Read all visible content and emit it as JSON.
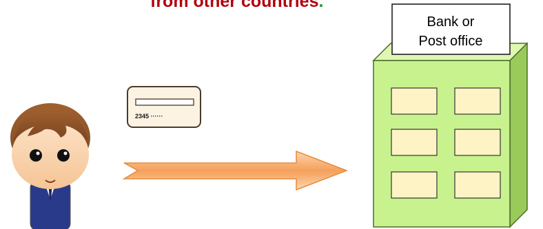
{
  "header": {
    "title_text": "from other countries",
    "title_punct": "."
  },
  "bank": {
    "label_line1": "Bank or",
    "label_line2": "Post office"
  },
  "card": {
    "number": "2345 ······"
  },
  "colors": {
    "title": "#b0000c",
    "title_dot": "#1a9a2a",
    "building_front": "#c8f28e",
    "building_side": "#9acb5a",
    "window": "#fdf3c4",
    "arrow": "#f5a05a",
    "card": "#fdf3e3"
  },
  "icons": [
    "person-icon",
    "card-icon",
    "arrow-icon",
    "building-icon"
  ]
}
